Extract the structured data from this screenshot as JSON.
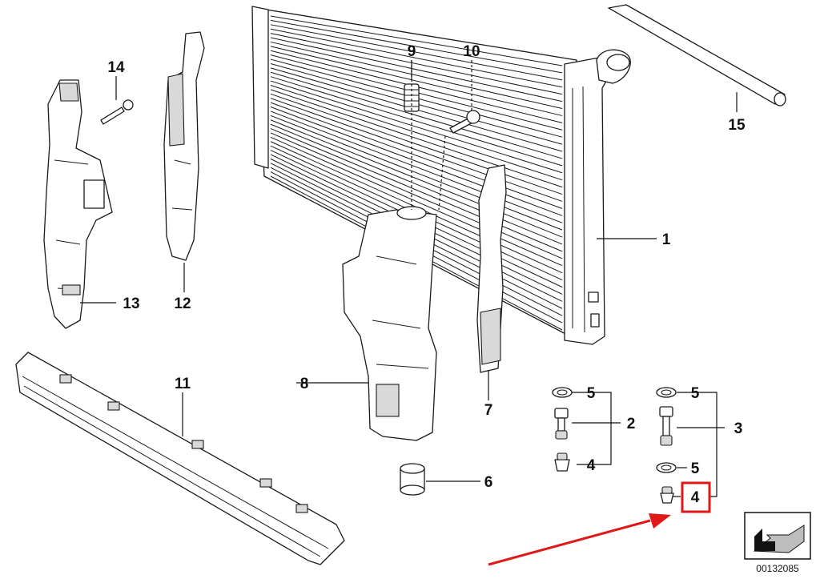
{
  "diagram": {
    "labels": {
      "p1": "1",
      "p2": "2",
      "p3": "3",
      "p4a": "4",
      "p4b": "4",
      "p5a": "5",
      "p5b": "5",
      "p5c": "5",
      "p6": "6",
      "p7": "7",
      "p8": "8",
      "p9": "9",
      "p10": "10",
      "p11": "11",
      "p12": "12",
      "p13": "13",
      "p14": "14",
      "p15": "15"
    },
    "catalog_number": "00132085",
    "highlight_color": "#e01818",
    "arrow_color": "#e01818"
  }
}
